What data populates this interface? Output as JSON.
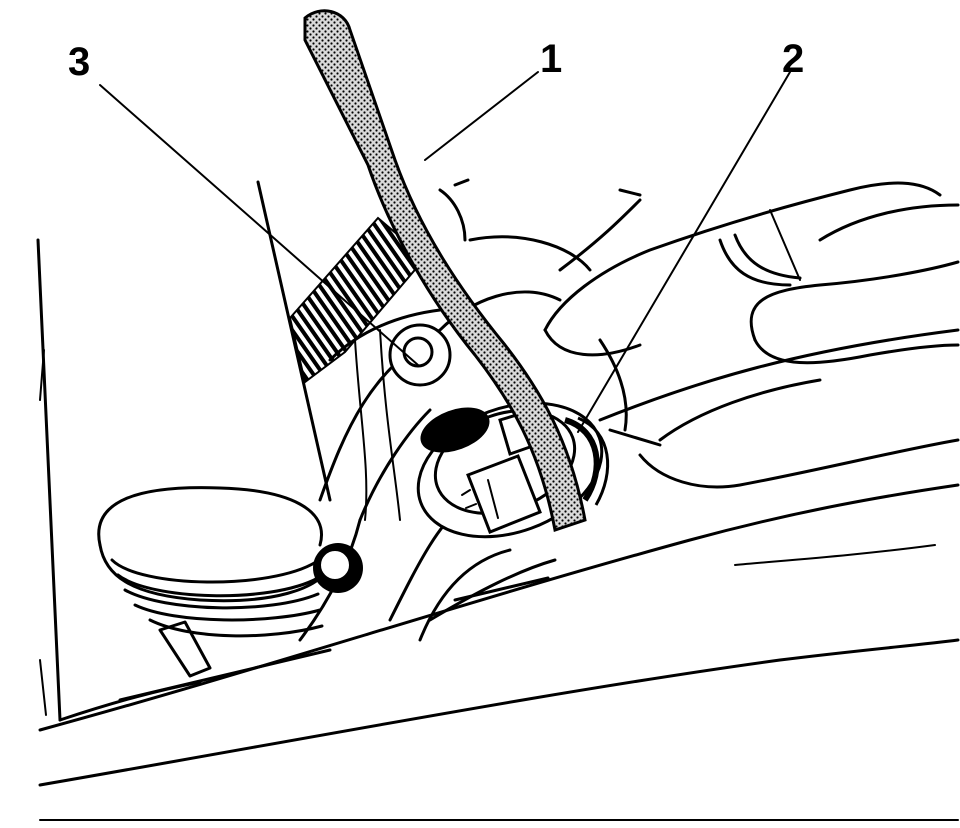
{
  "figure": {
    "callouts": [
      {
        "id": "1",
        "label": "1"
      },
      {
        "id": "2",
        "label": "2"
      },
      {
        "id": "3",
        "label": "3"
      }
    ],
    "colors": {
      "line": "#000000",
      "background": "#ffffff",
      "tool_fill": "#bdbdbd"
    }
  }
}
